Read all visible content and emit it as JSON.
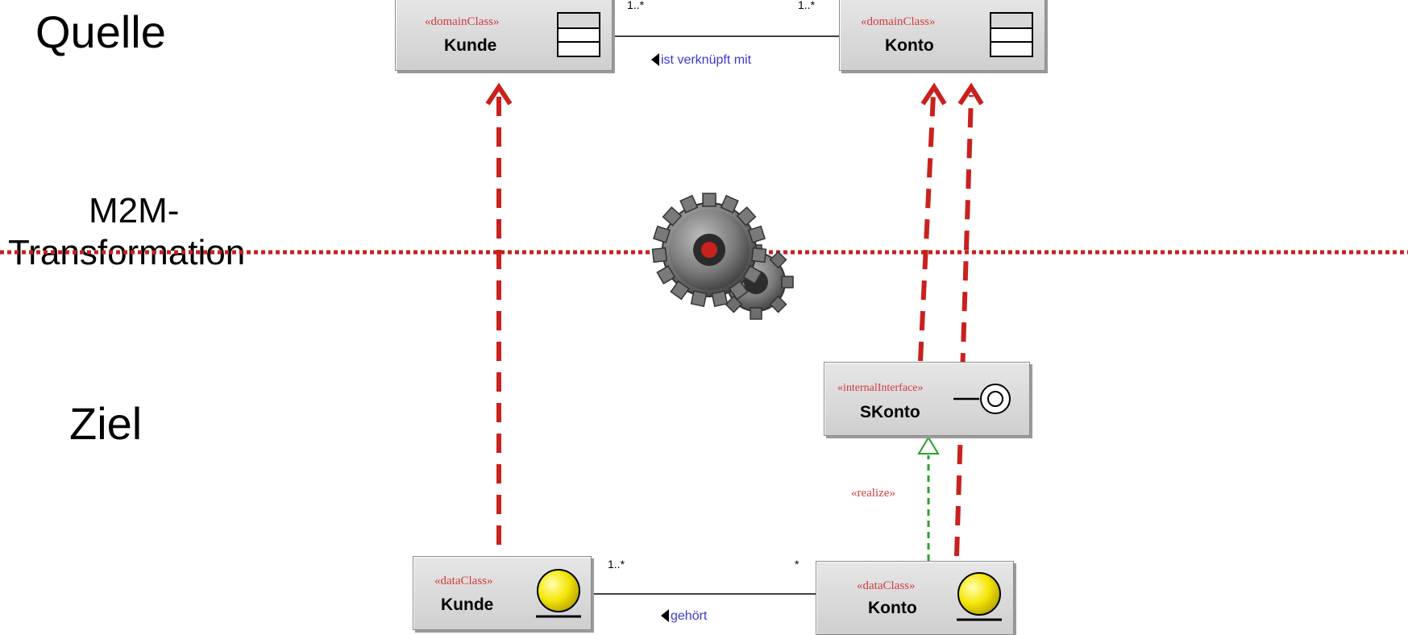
{
  "labels": {
    "source": "Quelle",
    "transformation_line1": "M2M-",
    "transformation_line2": "Transformation",
    "target": "Ziel"
  },
  "source_classes": {
    "kunde": {
      "stereotype": "«domainClass»",
      "name": "Kunde",
      "icon": "domain-class-icon"
    },
    "konto": {
      "stereotype": "«domainClass»",
      "name": "Konto",
      "icon": "domain-class-icon"
    },
    "association": {
      "label": "ist verknüpft mit",
      "mult_left": "1..*",
      "mult_right": "1..*"
    }
  },
  "target_classes": {
    "skonto": {
      "stereotype": "«internalInterface»",
      "name": "SKonto",
      "icon": "interface-lollipop-icon"
    },
    "kunde": {
      "stereotype": "«dataClass»",
      "name": "Kunde",
      "icon": "data-class-icon"
    },
    "konto": {
      "stereotype": "«dataClass»",
      "name": "Konto",
      "icon": "data-class-icon"
    },
    "association": {
      "label": "gehört",
      "mult_left": "1..*",
      "mult_right": "*"
    },
    "realization": {
      "label": "«realize»"
    }
  },
  "colors": {
    "trace_arrow": "#c8211e",
    "transformation_line": "#c8211e",
    "stereotype_text": "#d23b3b",
    "association_label": "#3a3ad0",
    "realize_arrow": "#2ca02c",
    "data_class_circle": "#f5e60a"
  }
}
